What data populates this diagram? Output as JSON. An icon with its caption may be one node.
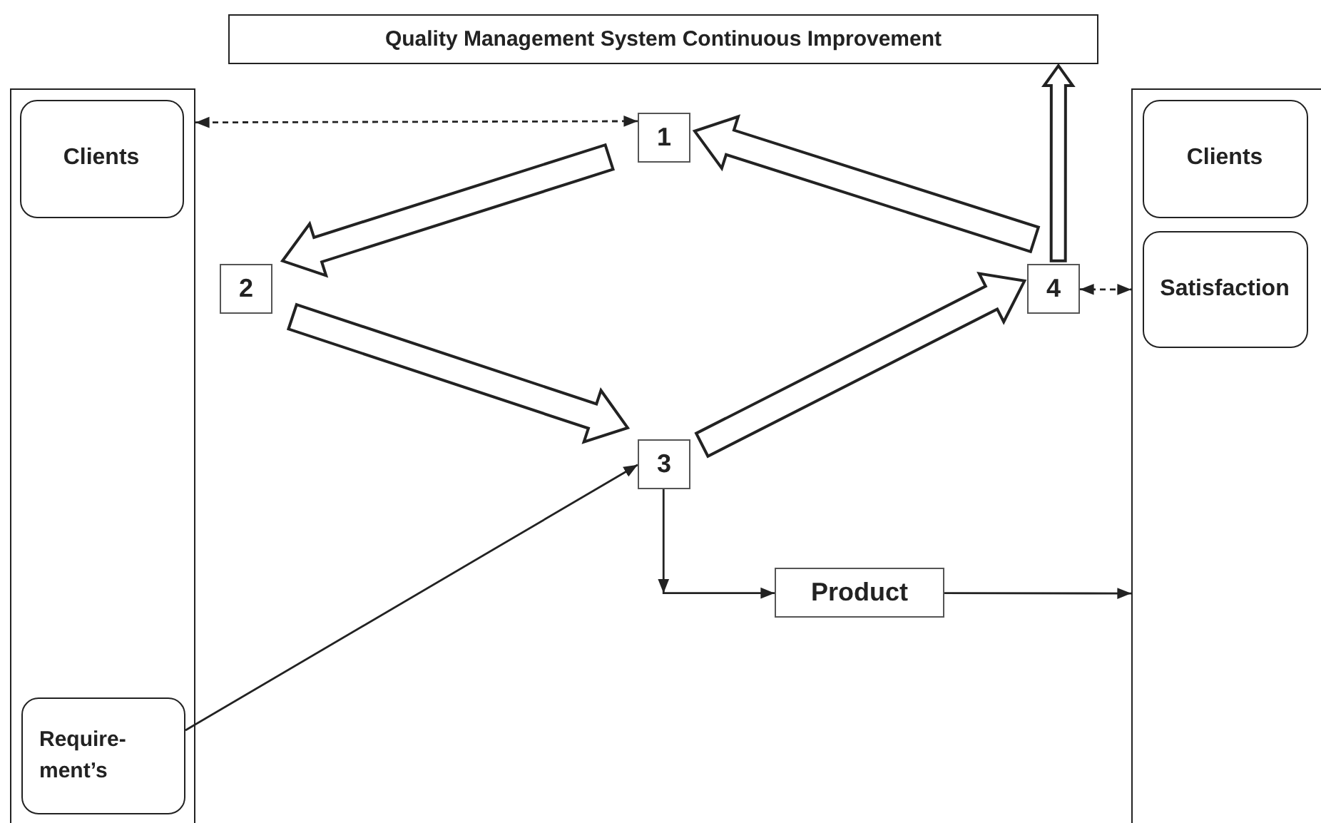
{
  "diagram": {
    "nodes": [
      {
        "text": [
          "Quality Management System Continuous Improvement"
        ]
      },
      {
        "text": [],
        "shape": "box"
      },
      {
        "text": [
          "Clients"
        ],
        "in": 1
      },
      {
        "text": [
          "Require- ment’s"
        ],
        "in": 1
      },
      {
        "text": [
          "1"
        ]
      },
      {
        "text": [
          "2"
        ]
      },
      {
        "text": [
          "3"
        ]
      },
      {
        "text": [
          "4"
        ]
      },
      {
        "text": [
          "Product"
        ]
      },
      {
        "text": [],
        "shape": "box"
      },
      {
        "text": [
          "Clients"
        ],
        "in": 9
      },
      {
        "text": [
          "Satisfaction"
        ],
        "in": 9
      }
    ],
    "edges": [
      {
        "from": 4,
        "to": 1,
        "arrow": "both",
        "style": "dashed"
      },
      {
        "from": 4,
        "to": 5,
        "arrow": "to",
        "style": "thick"
      },
      {
        "from": 5,
        "to": 6,
        "arrow": "to",
        "style": "thick"
      },
      {
        "from": 6,
        "to": 7,
        "arrow": "to",
        "style": "thick"
      },
      {
        "from": 7,
        "to": 4,
        "arrow": "to",
        "style": "thick"
      },
      {
        "from": 7,
        "to": 0,
        "arrow": "to",
        "style": "thick"
      },
      {
        "from": 7,
        "to": 9,
        "arrow": "both",
        "style": "dashed"
      },
      {
        "from": 3,
        "to": 6,
        "arrow": "to"
      },
      {
        "from": 6,
        "to": 8,
        "arrow": "to"
      },
      {
        "from": 8,
        "to": 9,
        "arrow": "to"
      }
    ]
  }
}
